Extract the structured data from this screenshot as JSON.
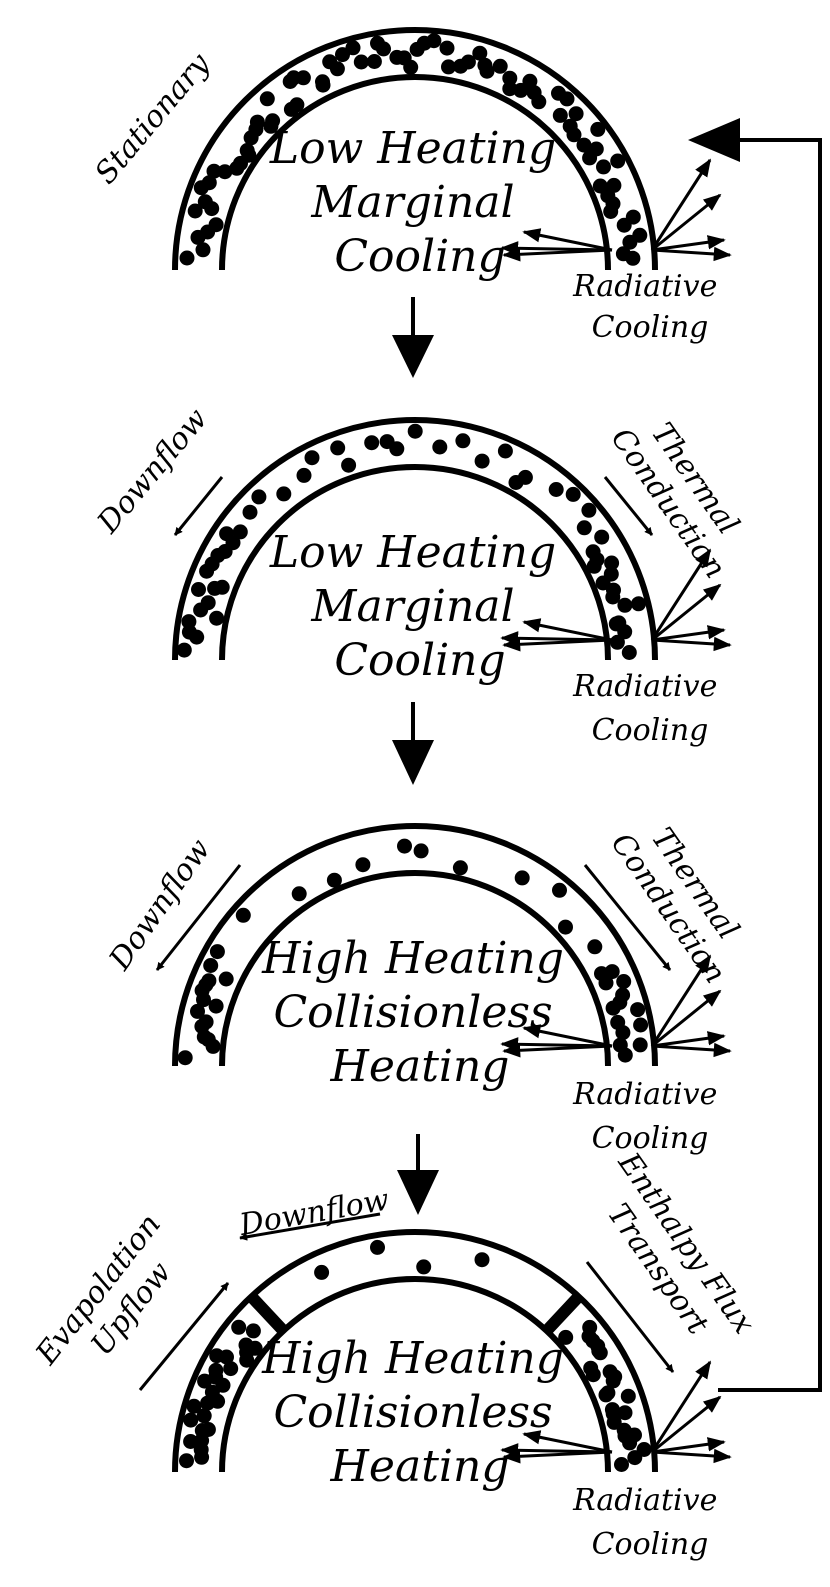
{
  "panels": [
    {
      "id": "stationary",
      "center_text": [
        "Low Heating",
        "Marginal",
        "Cooling"
      ],
      "left_label": [
        "Stationary"
      ],
      "right_label": [],
      "radiative_label": [
        "Radiative",
        "Cooling"
      ]
    },
    {
      "id": "downflow-conduction",
      "center_text": [
        "Low Heating",
        "Marginal",
        "Cooling"
      ],
      "left_label": [
        "Downflow"
      ],
      "right_label": [
        "Thermal",
        "Conduction"
      ],
      "radiative_label": [
        "Radiative",
        "Cooling"
      ]
    },
    {
      "id": "high-heating-conduction",
      "center_text": [
        "High Heating",
        "Collisionless",
        "Heating"
      ],
      "left_label": [
        "Downflow"
      ],
      "right_label": [
        "Thermal",
        "Conduction"
      ],
      "radiative_label": [
        "Radiative",
        "Cooling"
      ]
    },
    {
      "id": "evaporation",
      "center_text": [
        "High Heating",
        "Collisionless",
        "Heating"
      ],
      "left_label": [
        "Evapolation",
        "Upflow"
      ],
      "top_label": [
        "Downflow"
      ],
      "right_label": [
        "Enthalpy Flux",
        "Transport"
      ],
      "radiative_label": [
        "Radiative",
        "Cooling"
      ]
    }
  ]
}
